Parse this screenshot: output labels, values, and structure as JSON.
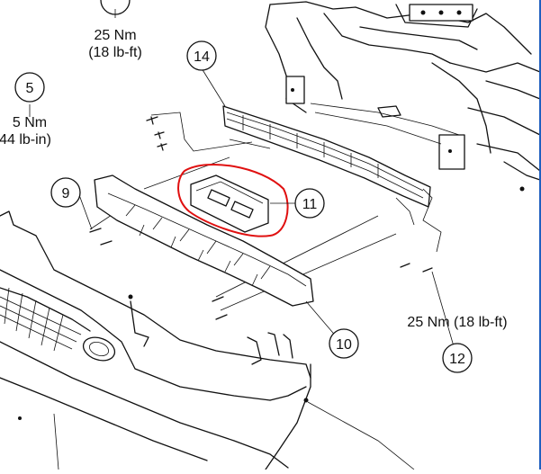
{
  "diagram": {
    "callouts": [
      {
        "id": "c5",
        "number": "5"
      },
      {
        "id": "c9",
        "number": "9"
      },
      {
        "id": "c10",
        "number": "10"
      },
      {
        "id": "c11",
        "number": "11"
      },
      {
        "id": "c12",
        "number": "12"
      },
      {
        "id": "c14",
        "number": "14"
      }
    ],
    "torque_labels": {
      "top_nm": "25 Nm",
      "top_lbft": "(18 lb-ft)",
      "left_nm": "5 Nm",
      "left_lbin": "44 lb-in)",
      "right": "25 Nm (18 lb-ft)"
    },
    "highlight_color": "#e01010"
  }
}
